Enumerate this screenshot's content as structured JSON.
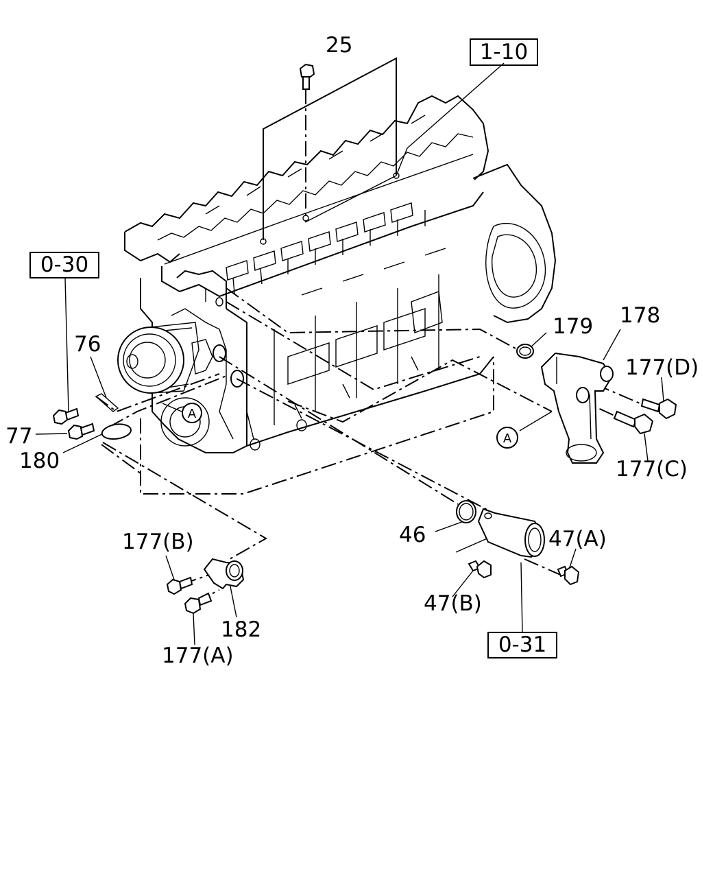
{
  "labels": {
    "p25": "25",
    "p1_10": "1-10",
    "p0_30": "0-30",
    "p76": "76",
    "p77": "77",
    "p180": "180",
    "p179": "179",
    "p178": "178",
    "p177d": "177(D)",
    "p177c": "177(C)",
    "p46": "46",
    "p47a": "47(A)",
    "p47b": "47(B)",
    "p0_31": "0-31",
    "p177b": "177(B)",
    "p182": "182",
    "p177a": "177(A)",
    "ref_a": "A"
  }
}
